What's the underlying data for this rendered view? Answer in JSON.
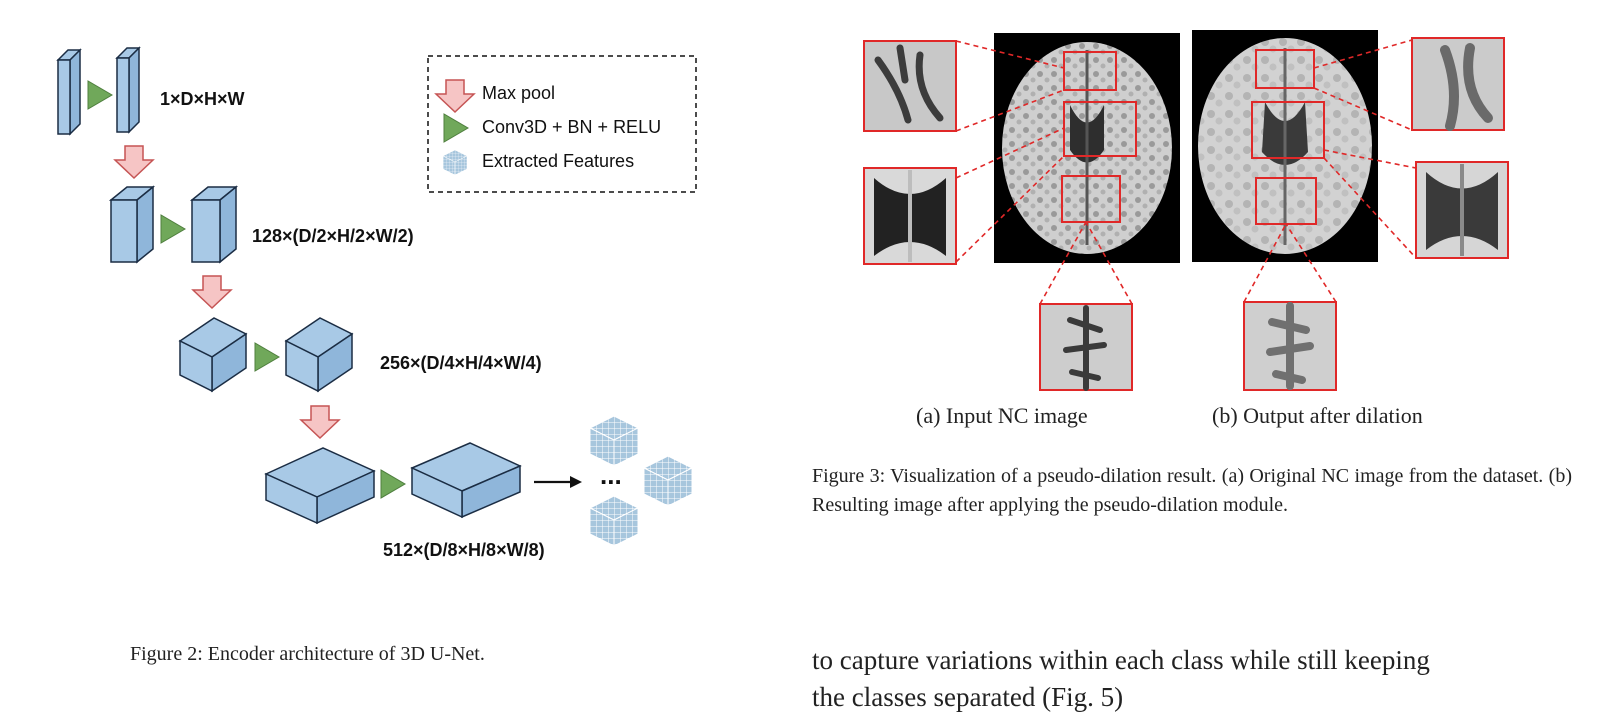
{
  "figure2": {
    "dims": [
      "1×D×H×W",
      "128×(D/2×H/2×W/2)",
      "256×(D/4×H/4×W/4)",
      "512×(D/8×H/8×W/8)"
    ],
    "legend": {
      "maxpool": "Max pool",
      "conv": "Conv3D + BN + RELU",
      "features": "Extracted Features"
    },
    "ellipsis": "...",
    "caption": "Figure 2: Encoder architecture of 3D U-Net."
  },
  "figure3": {
    "sub_a": "(a) Input NC image",
    "sub_b": "(b) Output after dilation",
    "caption": "Figure 3: Visualization of a pseudo-dilation result. (a) Original NC image from the dataset. (b) Resulting image after applying the pseudo-dilation module."
  },
  "body": {
    "line1": "to capture variations within each class while still keeping",
    "line2": "the classes separated (Fig. 5)"
  },
  "colors": {
    "block_fill": "#a8c9e6",
    "block_stroke": "#1b2d44",
    "pool_fill": "#f6c5c5",
    "pool_stroke": "#c55454",
    "conv_fill": "#70a85a",
    "zoom_red": "#e02828"
  }
}
